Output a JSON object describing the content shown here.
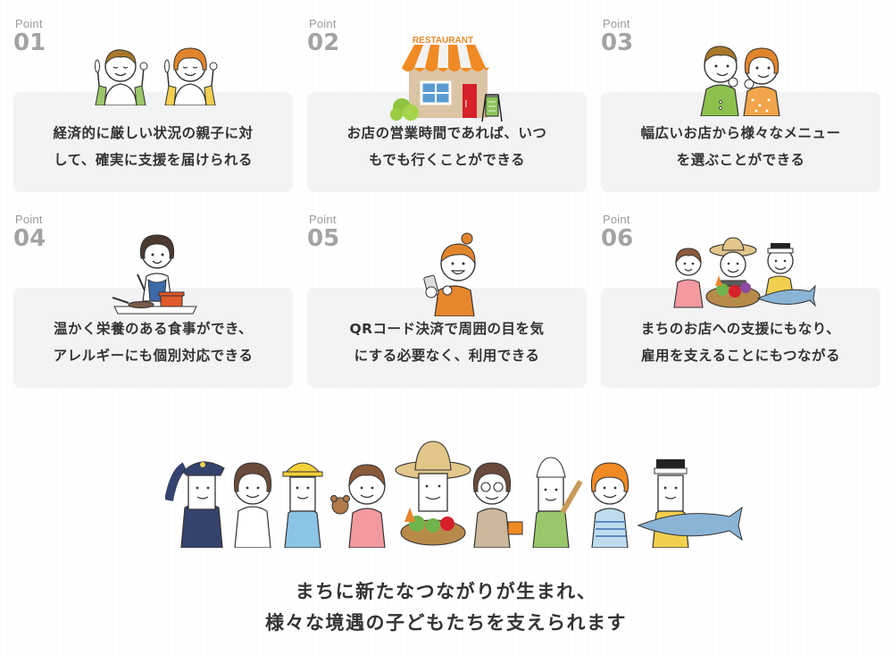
{
  "points": [
    {
      "label": "Point",
      "number": "01",
      "illustration": "two-kids-with-fork-and-knife",
      "lines": [
        "経済的に厳しい状況の親子に対",
        "して、確実に支援を届けられる"
      ]
    },
    {
      "label": "Point",
      "number": "02",
      "illustration": "restaurant-storefront",
      "sign": "RESTAURANT",
      "lines": [
        "お店の営業時間であれば、いつ",
        "もでも行くことができる"
      ]
    },
    {
      "label": "Point",
      "number": "03",
      "illustration": "two-kids-thinking",
      "lines": [
        "幅広いお店から様々なメニュー",
        "を選ぶことができる"
      ]
    },
    {
      "label": "Point",
      "number": "04",
      "illustration": "woman-cooking",
      "lines": [
        "温かく栄養のある食事ができ、",
        "アレルギーにも個別対応できる"
      ]
    },
    {
      "label": "Point",
      "number": "05",
      "illustration": "woman-with-smartphone",
      "lines": [
        "QRコード決済で周囲の目を気",
        "にする必要なく、利用できる"
      ]
    },
    {
      "label": "Point",
      "number": "06",
      "illustration": "shopkeepers-farmer-fishmonger",
      "lines": [
        "まちのお店への支援にもなり、",
        "雇用を支えることにもつながる"
      ]
    }
  ],
  "footer": {
    "illustration": "townspeople-group",
    "lines": [
      "まちに新たなつながりが生まれ、",
      "様々な境遇の子どもたちを支えられます"
    ]
  },
  "colors": {
    "card_bg": "#f2f3f5",
    "point_gray": "#a3a3a3",
    "text": "#333333",
    "awning_orange": "#f08a24",
    "door_red": "#d6202a",
    "window_blue": "#5b9bd0"
  }
}
